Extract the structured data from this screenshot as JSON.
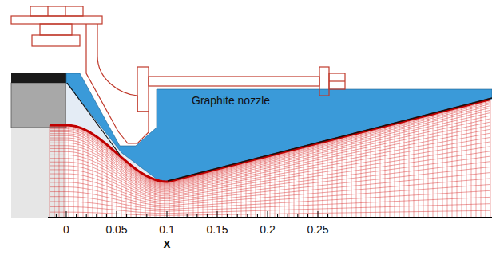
{
  "diagram": {
    "labels": [
      "Graphite nozzle",
      "0",
      "0.05",
      "0.1",
      "0.15",
      "0.2",
      "0.25",
      "x"
    ]
  }
}
